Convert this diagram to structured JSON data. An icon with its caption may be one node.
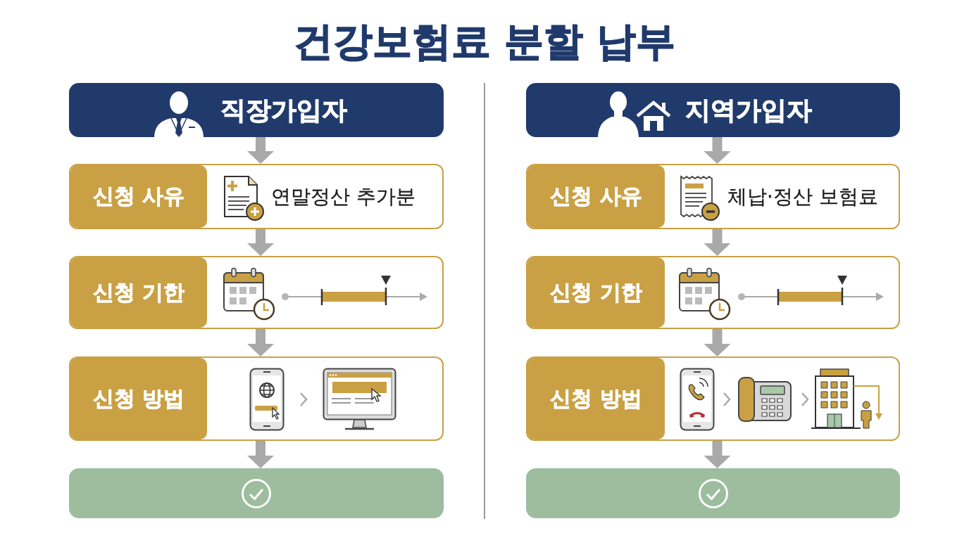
{
  "diagram": {
    "title": "건강보험료 분할 납부",
    "nodes": [
      {
        "text": [
          "직장가입자"
        ]
      },
      {
        "text": [
          "신청 사유",
          "연말정산 추가분"
        ]
      },
      {
        "text": [
          "신청 기한"
        ]
      },
      {
        "text": [
          "신청 방법"
        ]
      },
      {
        "text": [],
        "shape": "box"
      },
      {
        "text": [
          "지역가입자"
        ]
      },
      {
        "text": [
          "신청 사유",
          "체납·정산 보험료"
        ]
      },
      {
        "text": [
          "신청 기한"
        ]
      },
      {
        "text": [
          "신청 방법"
        ]
      },
      {
        "text": [],
        "shape": "box"
      }
    ],
    "edges": [
      {
        "from": 0,
        "to": 1,
        "arrow": "to"
      },
      {
        "from": 1,
        "to": 2,
        "arrow": "to"
      },
      {
        "from": 2,
        "to": 3,
        "arrow": "to"
      },
      {
        "from": 3,
        "to": 4,
        "arrow": "to"
      },
      {
        "from": 5,
        "to": 6,
        "arrow": "to"
      },
      {
        "from": 6,
        "to": 7,
        "arrow": "to"
      },
      {
        "from": 7,
        "to": 8,
        "arrow": "to"
      },
      {
        "from": 8,
        "to": 9,
        "arrow": "to"
      }
    ]
  }
}
